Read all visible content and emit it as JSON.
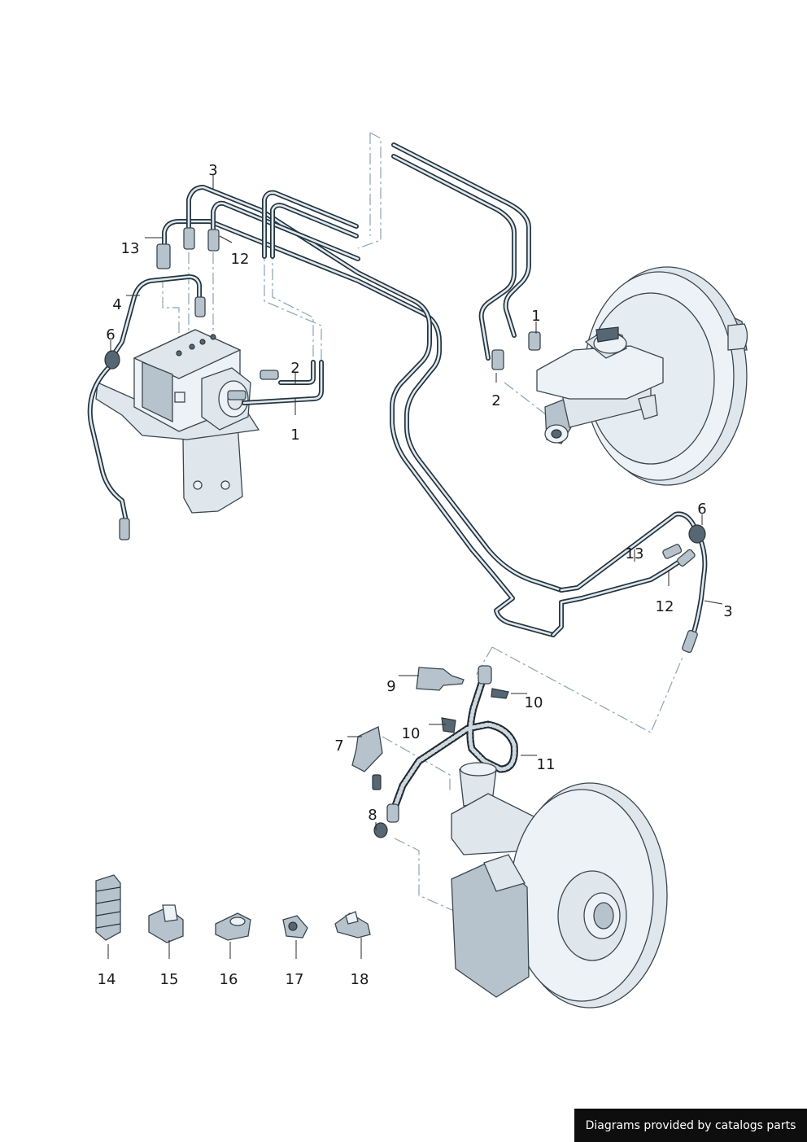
{
  "callouts": {
    "c1a": "1",
    "c1b": "1",
    "c2a": "2",
    "c2b": "2",
    "c3a": "3",
    "c3b": "3",
    "c4": "4",
    "c6a": "6",
    "c6b": "6",
    "c7": "7",
    "c8": "8",
    "c9": "9",
    "c10a": "10",
    "c10b": "10",
    "c11": "11",
    "c12a": "12",
    "c12b": "12",
    "c13a": "13",
    "c13b": "13",
    "c14": "14",
    "c15": "15",
    "c16": "16",
    "c17": "17",
    "c18": "18"
  },
  "footer": {
    "text": "Diagrams provided by catalogs parts"
  }
}
